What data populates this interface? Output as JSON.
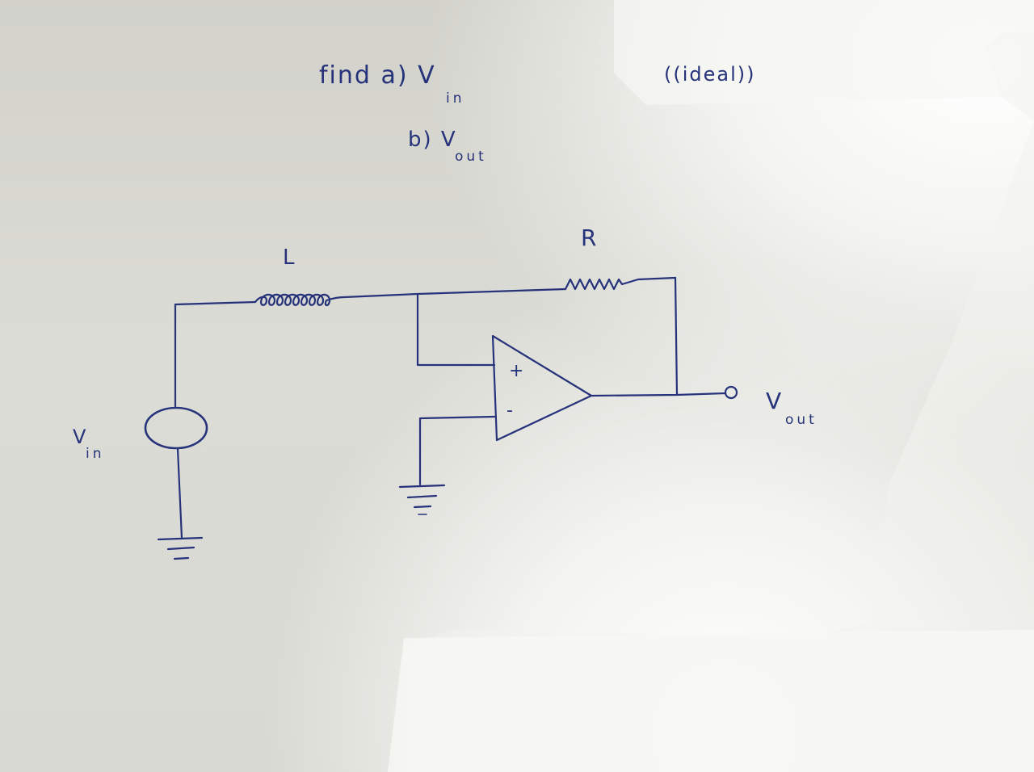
{
  "problem": {
    "line_a": "find a) V",
    "line_a_sub": "in",
    "line_b": "b) V",
    "line_b_sub": "out",
    "note": "((ideal))"
  },
  "components": {
    "inductor_label": "L",
    "resistor_label": "R",
    "source_label": "V",
    "source_label_sub": "in",
    "output_label": "V",
    "output_label_sub": "out",
    "opamp_plus": "+",
    "opamp_minus": "-"
  },
  "colors": {
    "ink": "#26327a",
    "paper_light": "#f4f4f1",
    "paper_shadow": "#d2d2cb"
  }
}
